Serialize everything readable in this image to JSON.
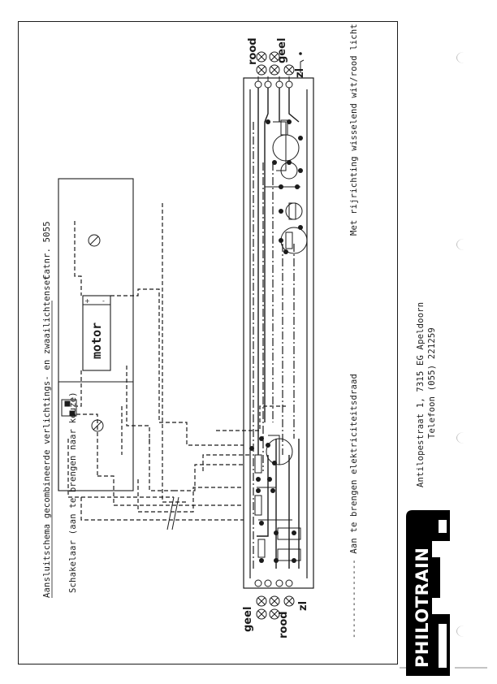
{
  "header": {
    "title": "Aansluitschema gecombineerde verlichtings- en zwaailichtenset",
    "catalog": "Catnr. 5055"
  },
  "labels": {
    "switch": "Schakelaar (aan te brengen naar keuze)",
    "motor": "motor",
    "wire_note": "--------------- Aan te brengen elektriciteitsdraad",
    "direction_note": "Met rijrichting wisselend wit/rood licht",
    "top_rood": "rood",
    "top_geel": "geel",
    "top_zl": "zl",
    "bottom_geel": "geel",
    "bottom_rood": "rood",
    "bottom_zl": "zl"
  },
  "company": {
    "brand": "PHILOTRAIN",
    "address": "Antilopestraat 1, 7315 EG  Apeldoorn",
    "phone": "Telefoon (055) 221259"
  }
}
